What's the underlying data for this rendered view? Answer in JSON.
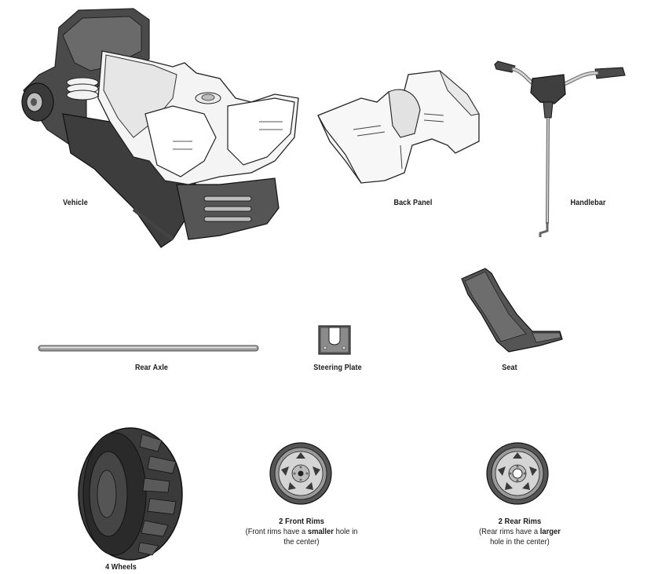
{
  "parts": {
    "vehicle": {
      "label": "Vehicle"
    },
    "back_panel": {
      "label": "Back Panel"
    },
    "handlebar": {
      "label": "Handlebar"
    },
    "rear_axle": {
      "label": "Rear Axle"
    },
    "steering_plate": {
      "label": "Steering Plate"
    },
    "seat": {
      "label": "Seat"
    },
    "wheels": {
      "label": "4 Wheels"
    },
    "front_rims": {
      "title": "2 Front Rims",
      "note_pre": "(Front rims have a ",
      "note_bold": "smaller",
      "note_post": " hole in",
      "note_line2": "the center)"
    },
    "rear_rims": {
      "title": "2 Rear Rims",
      "note_pre": "(Rear rims have a ",
      "note_bold": "larger",
      "note_line2": "hole in the center)"
    }
  }
}
